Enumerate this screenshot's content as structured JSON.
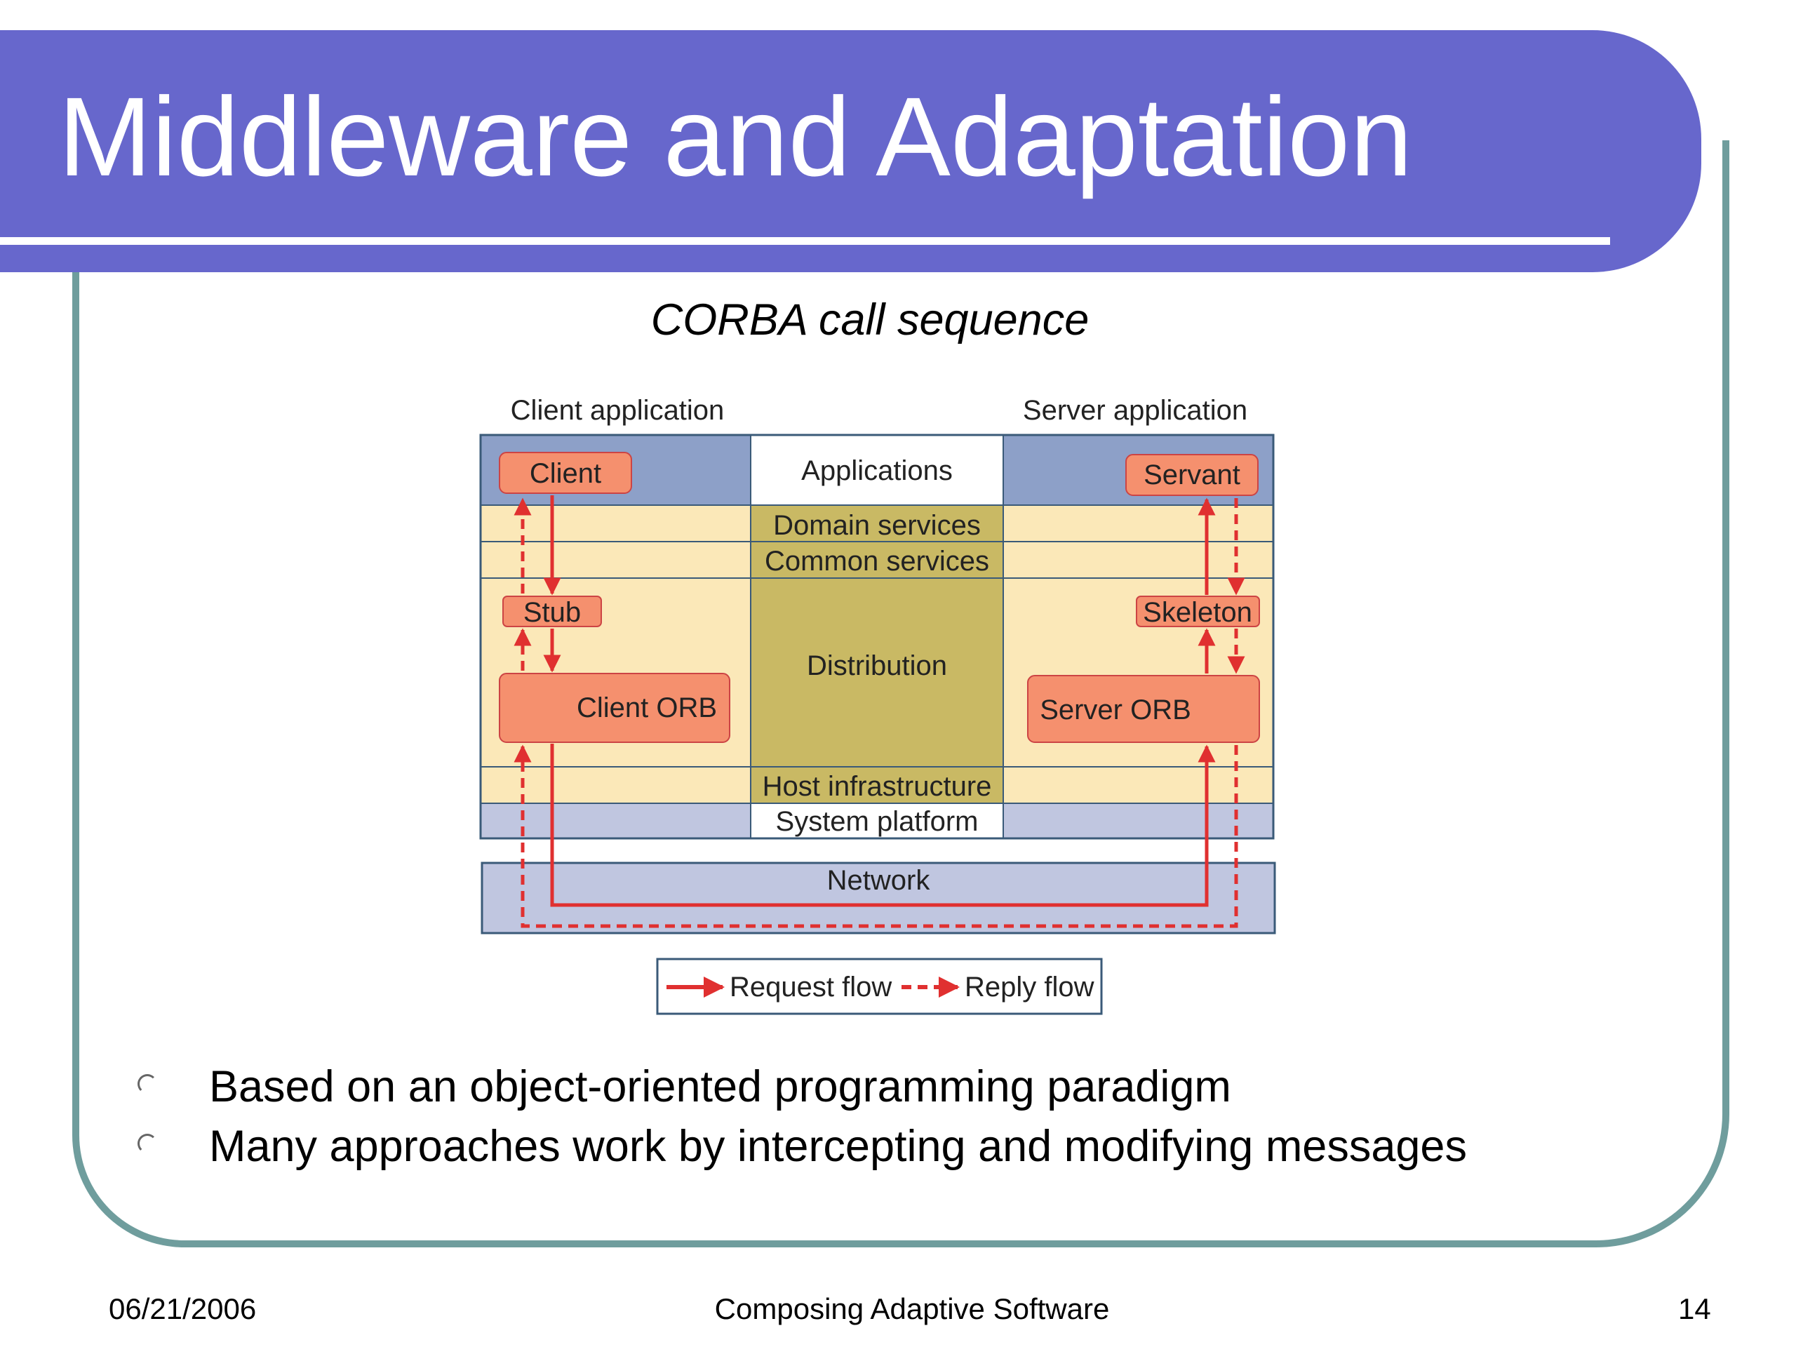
{
  "slide": {
    "title": "Middleware and Adaptation",
    "caption": "CORBA call sequence"
  },
  "diagram": {
    "client_app_label": "Client application",
    "server_app_label": "Server application",
    "layers": {
      "applications": "Applications",
      "domain_services": "Domain services",
      "common_services": "Common services",
      "distribution": "Distribution",
      "host_infrastructure": "Host infrastructure",
      "system_platform": "System platform",
      "network": "Network"
    },
    "components": {
      "client": "Client",
      "stub": "Stub",
      "client_orb": "Client ORB",
      "servant": "Servant",
      "skeleton": "Skeleton",
      "server_orb": "Server ORB"
    },
    "legend": {
      "request": "Request flow",
      "reply": "Reply flow"
    },
    "colors": {
      "banner": "#6767cc",
      "frame": "#6f9d9d",
      "component_fill": "#f5906e",
      "arrow": "#e03030",
      "blue_band": "#8da0c8",
      "light_band": "#c0c6e0",
      "cream_band": "#fbe8b8",
      "olive_core": "#c9b964"
    }
  },
  "bullets": [
    "Based on an object-oriented programming paradigm",
    "Many approaches work by intercepting and modifying  messages"
  ],
  "footer": {
    "date": "06/21/2006",
    "center": "Composing Adaptive Software",
    "page": "14"
  }
}
